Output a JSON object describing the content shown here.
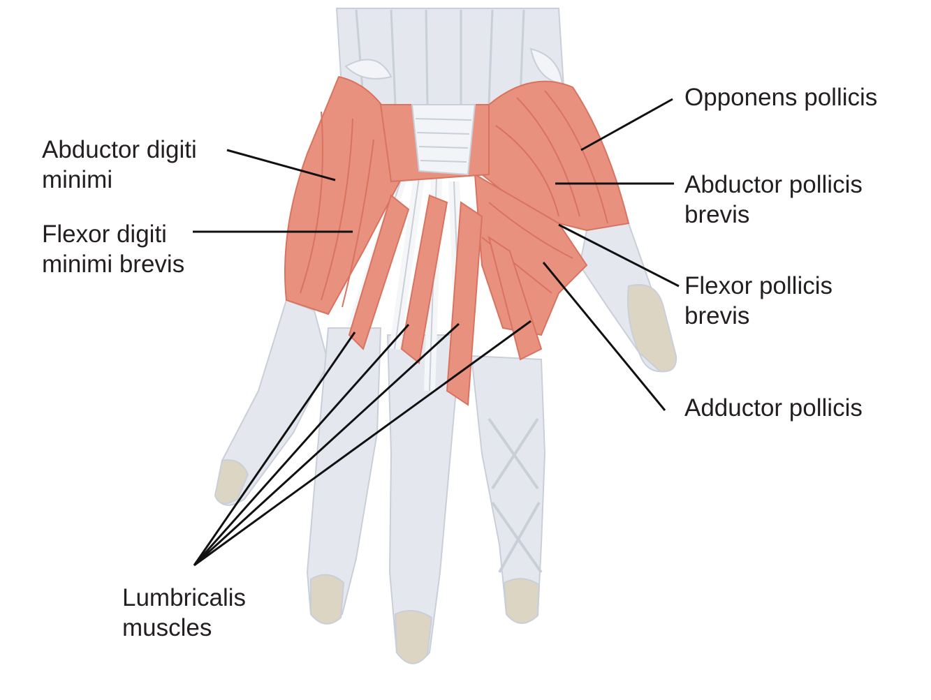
{
  "colors": {
    "muscle": "#e8917f",
    "muscle_dark": "#d9735f",
    "tendon": "#e4e8ee",
    "tendon_shade": "#c9cfd8",
    "nail": "#ddd5c4",
    "leader_line": "#111111",
    "text": "#231f20"
  },
  "labels": {
    "abductor_digiti_minimi": {
      "line1": "Abductor digiti",
      "line2": "minimi"
    },
    "flexor_digiti_minimi_brevis": {
      "line1": "Flexor digiti",
      "line2": "minimi brevis"
    },
    "opponens_pollicis": {
      "line1": "Opponens pollicis"
    },
    "abductor_pollicis_brevis": {
      "line1": "Abductor pollicis",
      "line2": "brevis"
    },
    "flexor_pollicis_brevis": {
      "line1": "Flexor pollicis",
      "line2": "brevis"
    },
    "adductor_pollicis": {
      "line1": "Adductor pollicis"
    },
    "lumbricalis_muscles": {
      "line1": "Lumbricalis",
      "line2": "muscles"
    }
  }
}
